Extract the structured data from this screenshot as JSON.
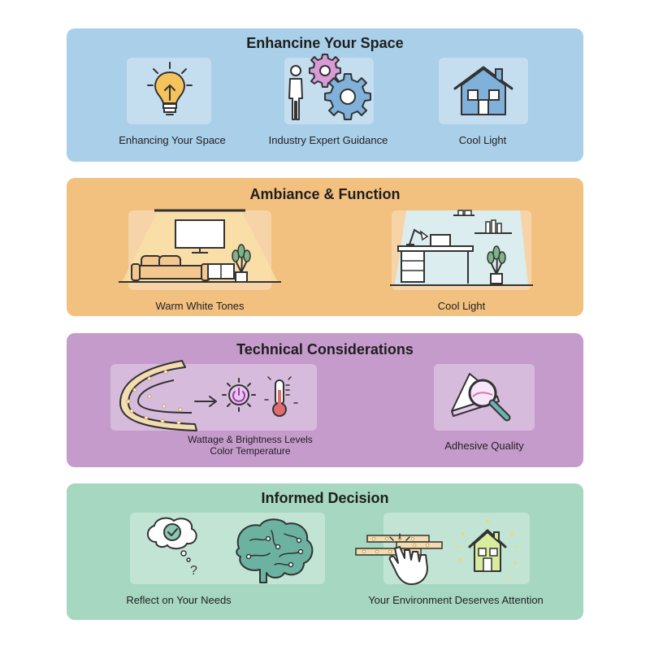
{
  "colors": {
    "panel1": "#a9cfe9",
    "panel2": "#f2c07f",
    "panel3": "#c59bcc",
    "panel4": "#a6d7c0",
    "bulb": "#f4c35c",
    "gear_pink": "#d79bd6",
    "gear_blue": "#7fb1da",
    "strip": "#f3dcb0",
    "brain": "#6bb3a0"
  },
  "panels": [
    {
      "title": "Enhancine Your Space",
      "items": [
        {
          "icon": "lightbulb-icon",
          "caption": "Enhancing Your Space"
        },
        {
          "icon": "person-gears-icon",
          "caption": "Industry Expert Guidance"
        },
        {
          "icon": "house-icon",
          "caption": "Cool Light"
        }
      ]
    },
    {
      "title": "Ambiance & Function",
      "items": [
        {
          "icon": "living-room-icon",
          "caption": "Warm White Tones"
        },
        {
          "icon": "desk-workspace-icon",
          "caption": "Cool Light"
        }
      ]
    },
    {
      "title": "Technical Considerations",
      "items": [
        {
          "icon": "led-strip-power-thermometer-icon",
          "caption": "Wattage & Brightness Levels",
          "caption2": "Color Temperature"
        },
        {
          "icon": "magnifier-adhesive-icon",
          "caption": "Adhesive Quality"
        }
      ]
    },
    {
      "title": "Informed Decision",
      "items": [
        {
          "icon": "thought-brain-icon",
          "caption": "Reflect on Your Needs"
        },
        {
          "icon": "strip-hand-house-icon",
          "caption": "Your Environment Deserves Attention"
        }
      ]
    }
  ]
}
